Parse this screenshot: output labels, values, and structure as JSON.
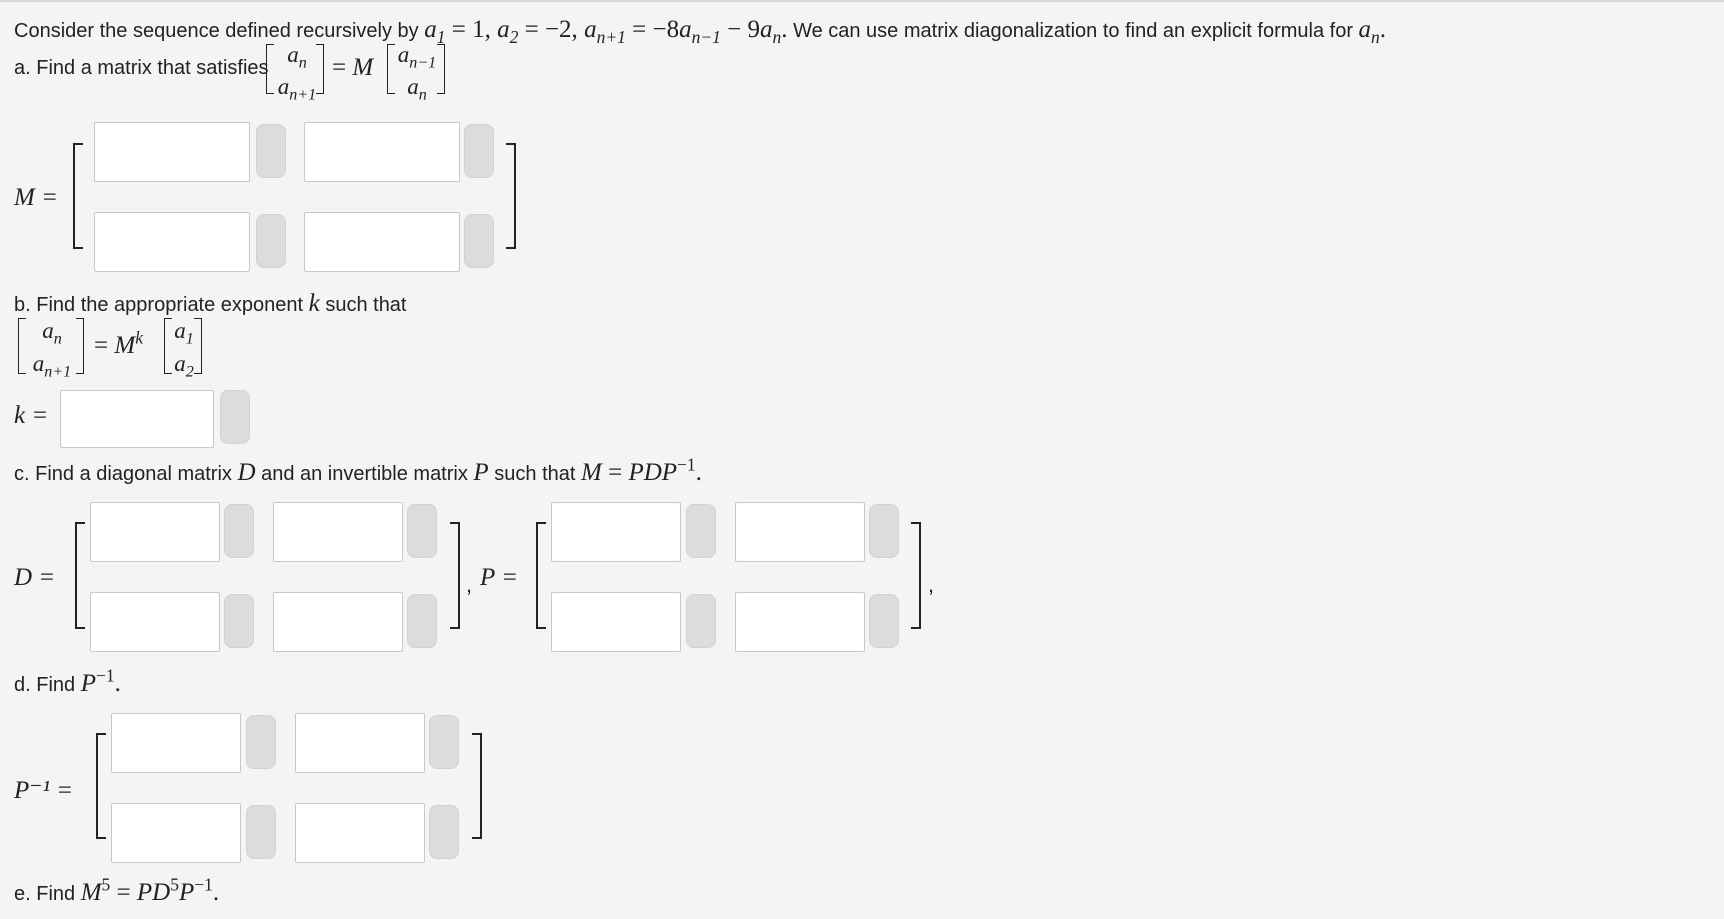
{
  "intro": {
    "text1": "Consider the sequence defined recursively by",
    "text2": "We can use matrix diagonalization to find an explicit formula for"
  },
  "part_a": {
    "label": "a. Find a matrix that satisfies",
    "matrix_label": "M ="
  },
  "part_b": {
    "label1": "b. Find the appropriate exponent",
    "label2": "such that",
    "k_label": "k ="
  },
  "part_c": {
    "label1": "c. Find a diagonal matrix",
    "label2": "and an invertible matrix",
    "label3": "such that",
    "d_label": "D =",
    "p_label": "P ="
  },
  "part_d": {
    "label": "d. Find",
    "matrix_label": "P⁻¹ ="
  },
  "part_e": {
    "label": "e. Find"
  },
  "inputs": {
    "m11": "",
    "m12": "",
    "m21": "",
    "m22": "",
    "k": "",
    "d11": "",
    "d12": "",
    "d21": "",
    "d22": "",
    "p11": "",
    "p12": "",
    "p21": "",
    "p22": "",
    "pi11": "",
    "pi12": "",
    "pi21": "",
    "pi22": ""
  }
}
